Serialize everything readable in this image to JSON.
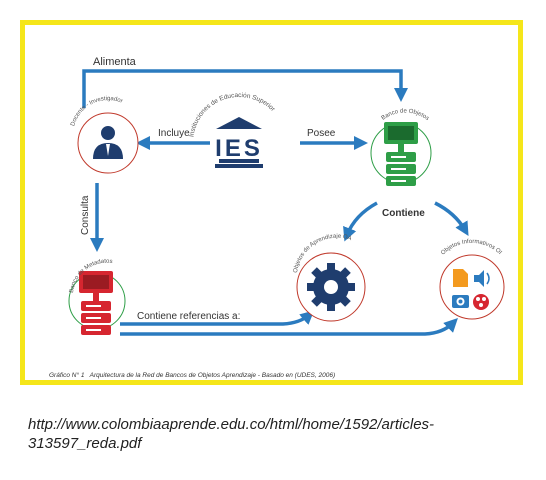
{
  "nodes": {
    "docente": "Docente - Investigador",
    "ies": "Instituciones de Educación Superior",
    "ies_logo": "IES",
    "banco_objetos": "Banco de Objetos",
    "banco_metadatos": "Banco de Metadatos",
    "objetos_aprendizaje": "Objetos de Aprendizaje OA",
    "objetos_informativos": "Objetos Informativos OI"
  },
  "edges": {
    "alimenta": "Alimenta",
    "incluye": "Incluye",
    "posee": "Posee",
    "consulta": "Consulta",
    "contiene": "Contiene",
    "contiene_referencias": "Contiene referencias a:"
  },
  "caption": {
    "label": "Gráfico N° 1",
    "text": "Arquitectura de la Red de Bancos de Objetos Aprendizaje - Basado en (UDES, 2006)"
  },
  "source": {
    "line1": "http://www.colombiaaprende.edu.co/html/home/1592/articles-",
    "line2": "313597_reda.pdf"
  },
  "colors": {
    "frame": "#f5e61a",
    "arrow": "#2b7bbf",
    "navy": "#1f3d6e",
    "green": "#2e9e47",
    "red": "#d62630",
    "orange": "#f39a1f"
  }
}
